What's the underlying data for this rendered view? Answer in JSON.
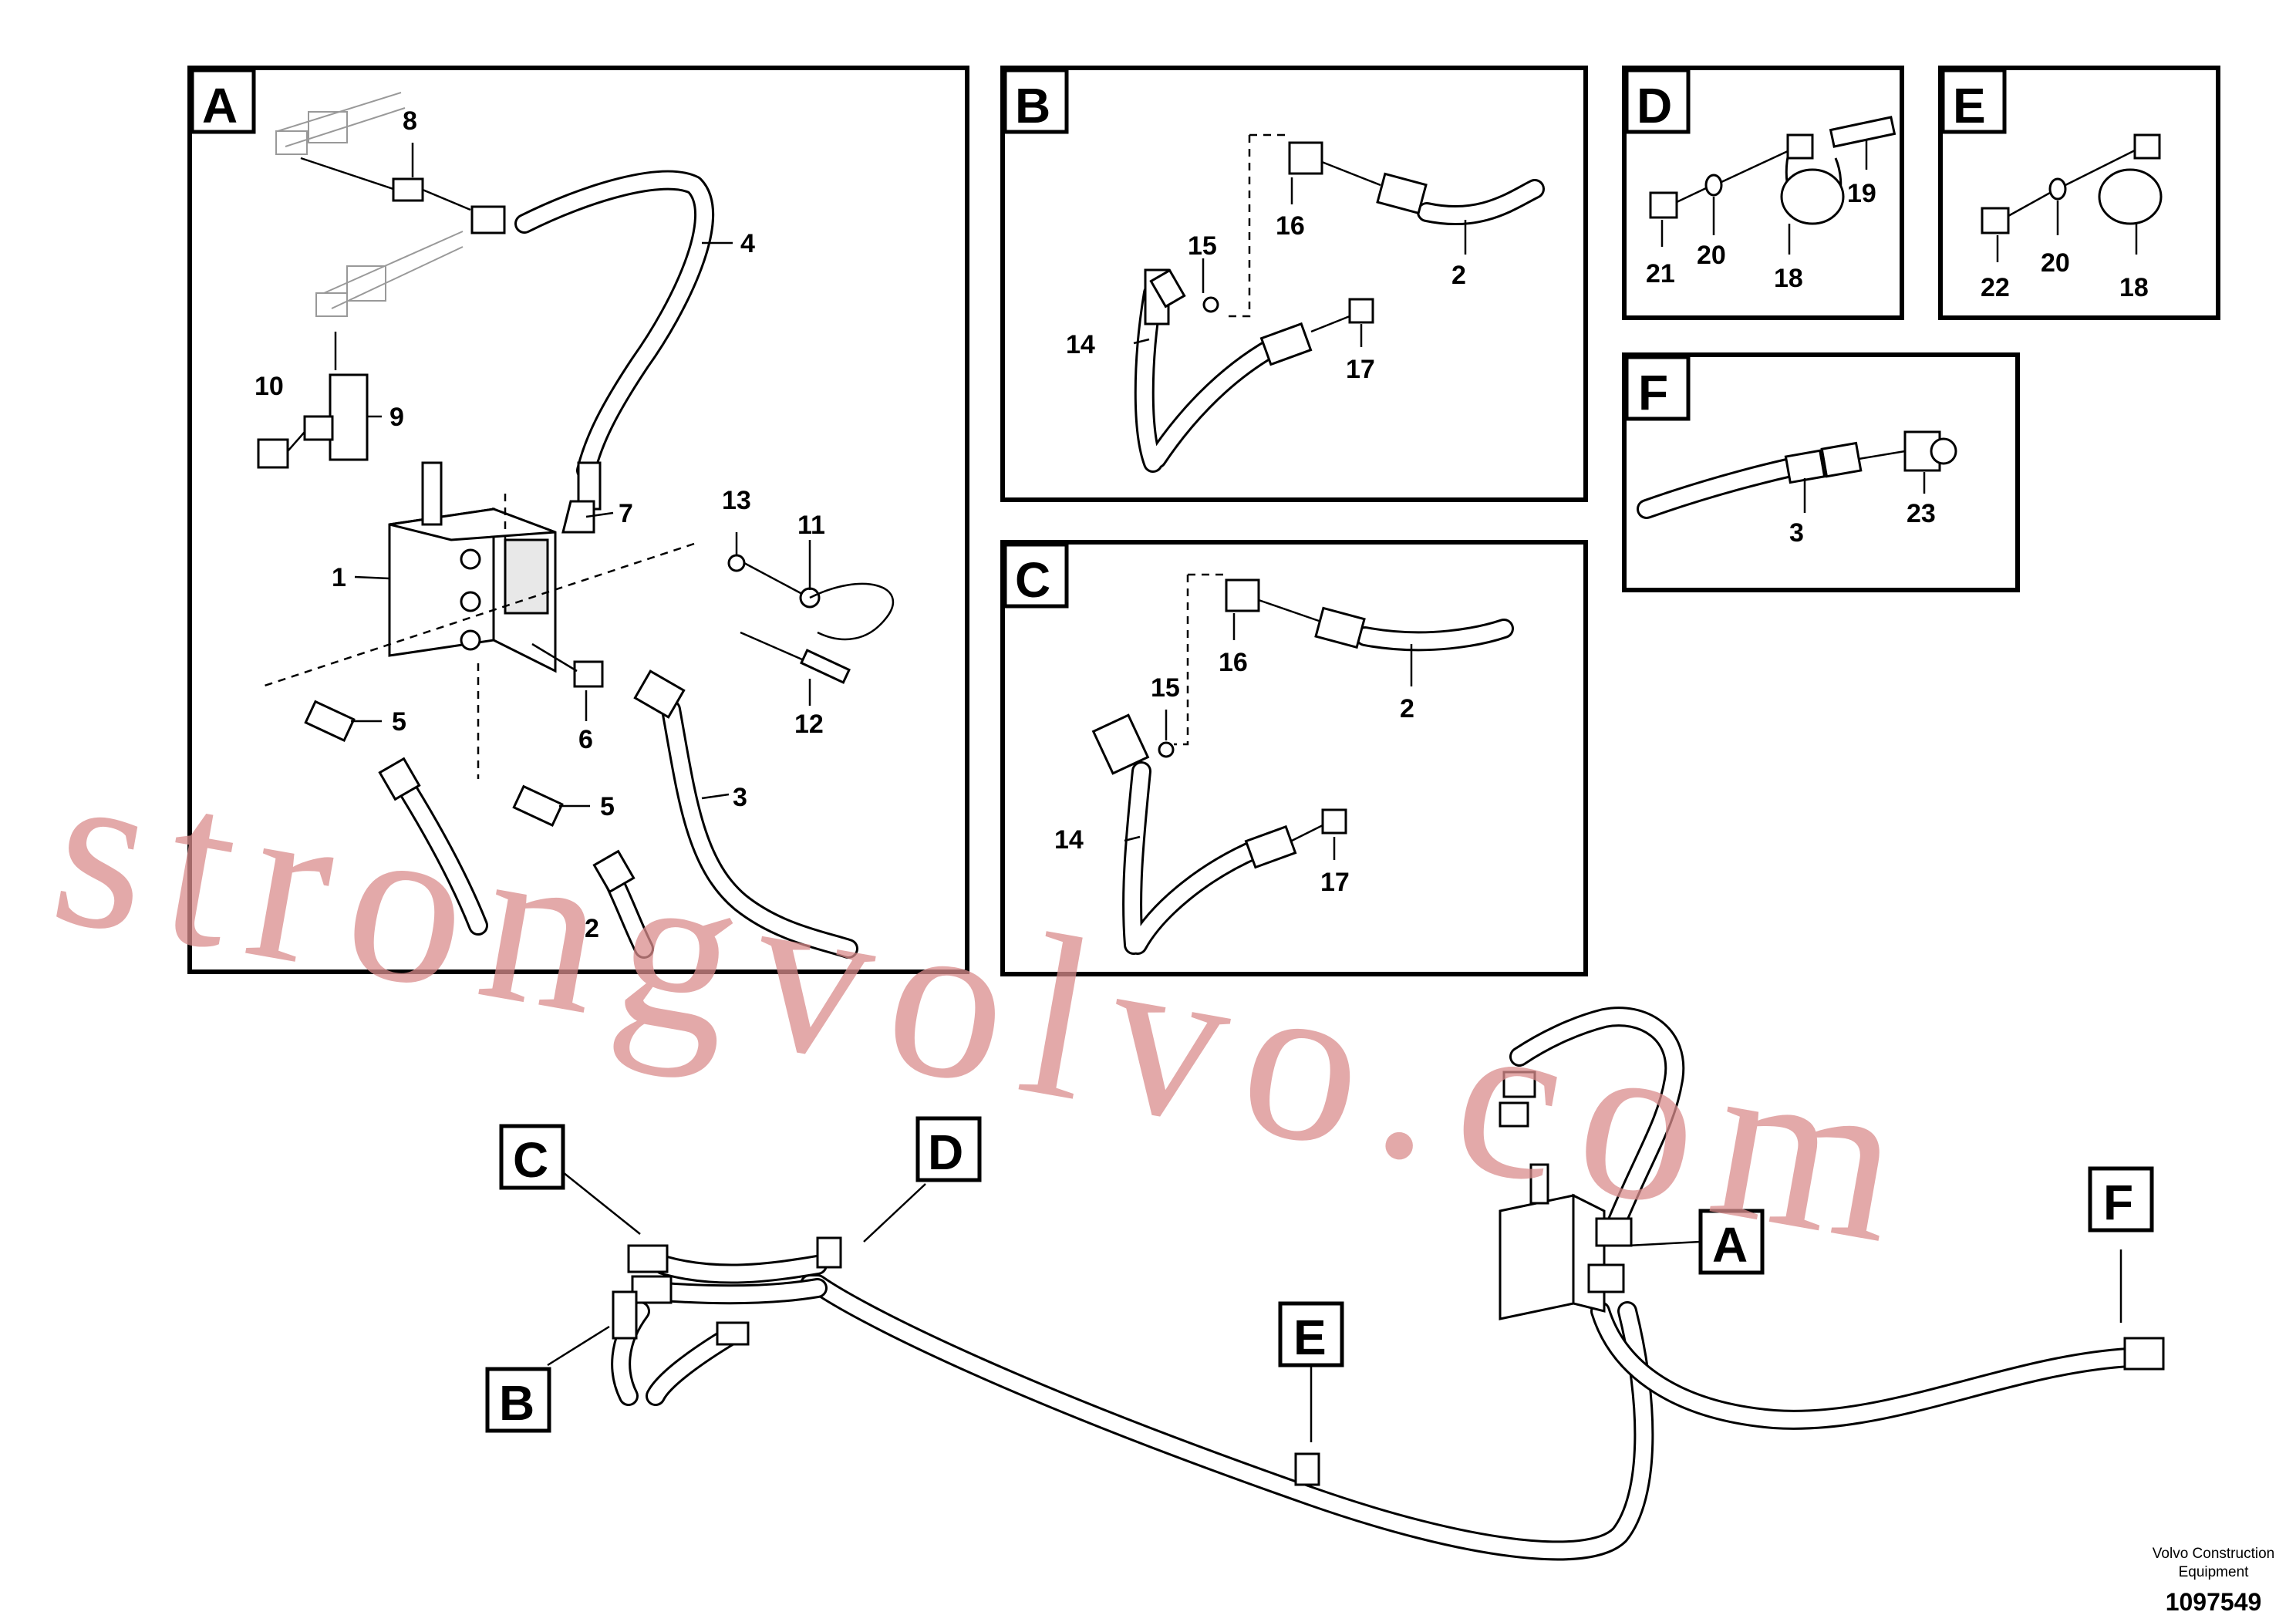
{
  "detail_tags": {
    "a": "A",
    "b": "B",
    "c": "C",
    "d": "D",
    "e": "E",
    "f": "F"
  },
  "callouts": {
    "a": [
      "1",
      "2",
      "3",
      "4",
      "5",
      "5",
      "6",
      "7",
      "8",
      "9",
      "10",
      "11",
      "12",
      "13"
    ],
    "b": [
      "2",
      "14",
      "15",
      "16",
      "17"
    ],
    "c": [
      "2",
      "14",
      "15",
      "16",
      "17"
    ],
    "d": [
      "18",
      "19",
      "20",
      "21"
    ],
    "e": [
      "18",
      "20",
      "22"
    ],
    "f": [
      "3",
      "23"
    ]
  },
  "overview_tags": {
    "a": "A",
    "b": "B",
    "c": "C",
    "d": "D",
    "e": "E",
    "f": "F"
  },
  "footer": {
    "company_line1": "Volvo Construction",
    "company_line2": "Equipment",
    "drawing_number": "1097549"
  },
  "watermark": "strongvolvo.com"
}
